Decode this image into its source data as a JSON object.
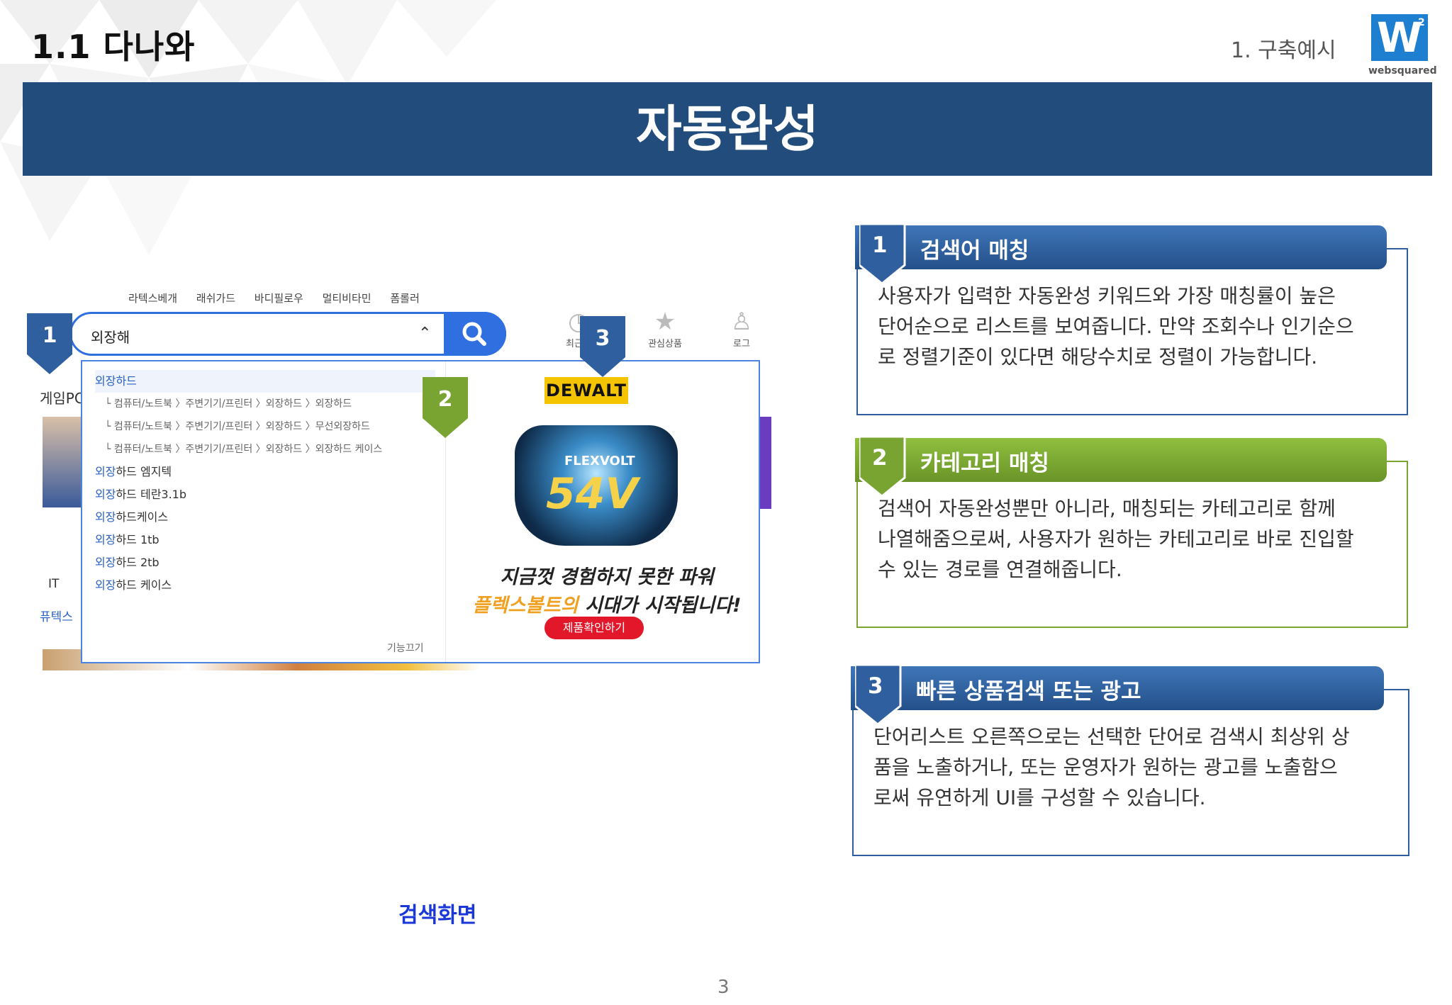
{
  "header": {
    "page_title": "1.1 다나와",
    "section_label": "1. 구축예시",
    "logo_mark": "W",
    "logo_sup": "2",
    "logo_text": "websquared"
  },
  "banner": {
    "title": "자동완성"
  },
  "screenshot": {
    "top_nav": [
      "라텍스베개",
      "래쉬가드",
      "바디필로우",
      "멀티비타민",
      "폼롤러"
    ],
    "search_value": "외장해",
    "user_icons": [
      "최근본",
      "관심상품",
      "로그"
    ],
    "side_labels": [
      "게임PC",
      "IT",
      "퓨텍스"
    ],
    "suggestions": [
      {
        "kw": "외장",
        "rest": "하드",
        "type": "keyword"
      },
      {
        "text": "└ 컴퓨터/노트북 〉주변기기/프린터 〉외장하드 〉외장하드",
        "type": "category"
      },
      {
        "text": "└ 컴퓨터/노트북 〉주변기기/프린터 〉외장하드 〉무선외장하드",
        "type": "category"
      },
      {
        "text": "└ 컴퓨터/노트북 〉주변기기/프린터 〉외장하드 〉외장하드 케이스",
        "type": "category"
      },
      {
        "kw": "외장",
        "rest": "하드 엠지텍",
        "type": "keyword"
      },
      {
        "kw": "외장",
        "rest": "하드 테란3.1b",
        "type": "keyword"
      },
      {
        "kw": "외장",
        "rest": "하드케이스",
        "type": "keyword"
      },
      {
        "kw": "외장",
        "rest": "하드 1tb",
        "type": "keyword"
      },
      {
        "kw": "외장",
        "rest": "하드 2tb",
        "type": "keyword"
      },
      {
        "kw": "외장",
        "rest": "하드 케이스",
        "type": "keyword"
      }
    ],
    "dropdown_footer": "기능끄기",
    "ad": {
      "brand": "DEWALT",
      "product_line": "FLEXVOLT",
      "voltage": "54V",
      "line1": "지금껏 경험하지 못한 파워",
      "line2_highlight": "플렉스볼트의",
      "line2_rest": " 시대가 시작됩니다!",
      "cta": "제품확인하기"
    }
  },
  "markers": {
    "m1": "1",
    "m2": "2",
    "m3": "3"
  },
  "caption": "검색화면",
  "page_number": "3",
  "cards": [
    {
      "num": "1",
      "title": "검색어 매칭",
      "color": "#2f5f9f",
      "lines": [
        "사용자가 입력한 자동완성 키워드와 가장 매칭률이 높은",
        "단어순으로 리스트를 보여줍니다. 만약 조회수나 인기순으",
        "로 정렬기준이 있다면 해당수치로 정렬이 가능합니다."
      ]
    },
    {
      "num": "2",
      "title": "카테고리 매칭",
      "color": "#7aa432",
      "lines": [
        "검색어 자동완성뿐만 아니라, 매칭되는 카테고리로 함께",
        "나열해줌으로써, 사용자가 원하는 카테고리로 바로 진입할",
        "수 있는 경로를 연결해줍니다."
      ]
    },
    {
      "num": "3",
      "title": "빠른 상품검색 또는 광고",
      "color": "#2f5f9f",
      "lines": [
        "단어리스트 오른쪽으로는 선택한 단어로 검색시 최상위 상",
        "품을 노출하거나, 또는 운영자가 원하는 광고를 노출함으",
        "로써 유연하게 UI를 구성할 수 있습니다."
      ]
    }
  ],
  "colors": {
    "banner": "#224c7c",
    "caption": "#1a37d8",
    "blue_marker": "#2f5f9f",
    "green_marker": "#7aa432"
  }
}
